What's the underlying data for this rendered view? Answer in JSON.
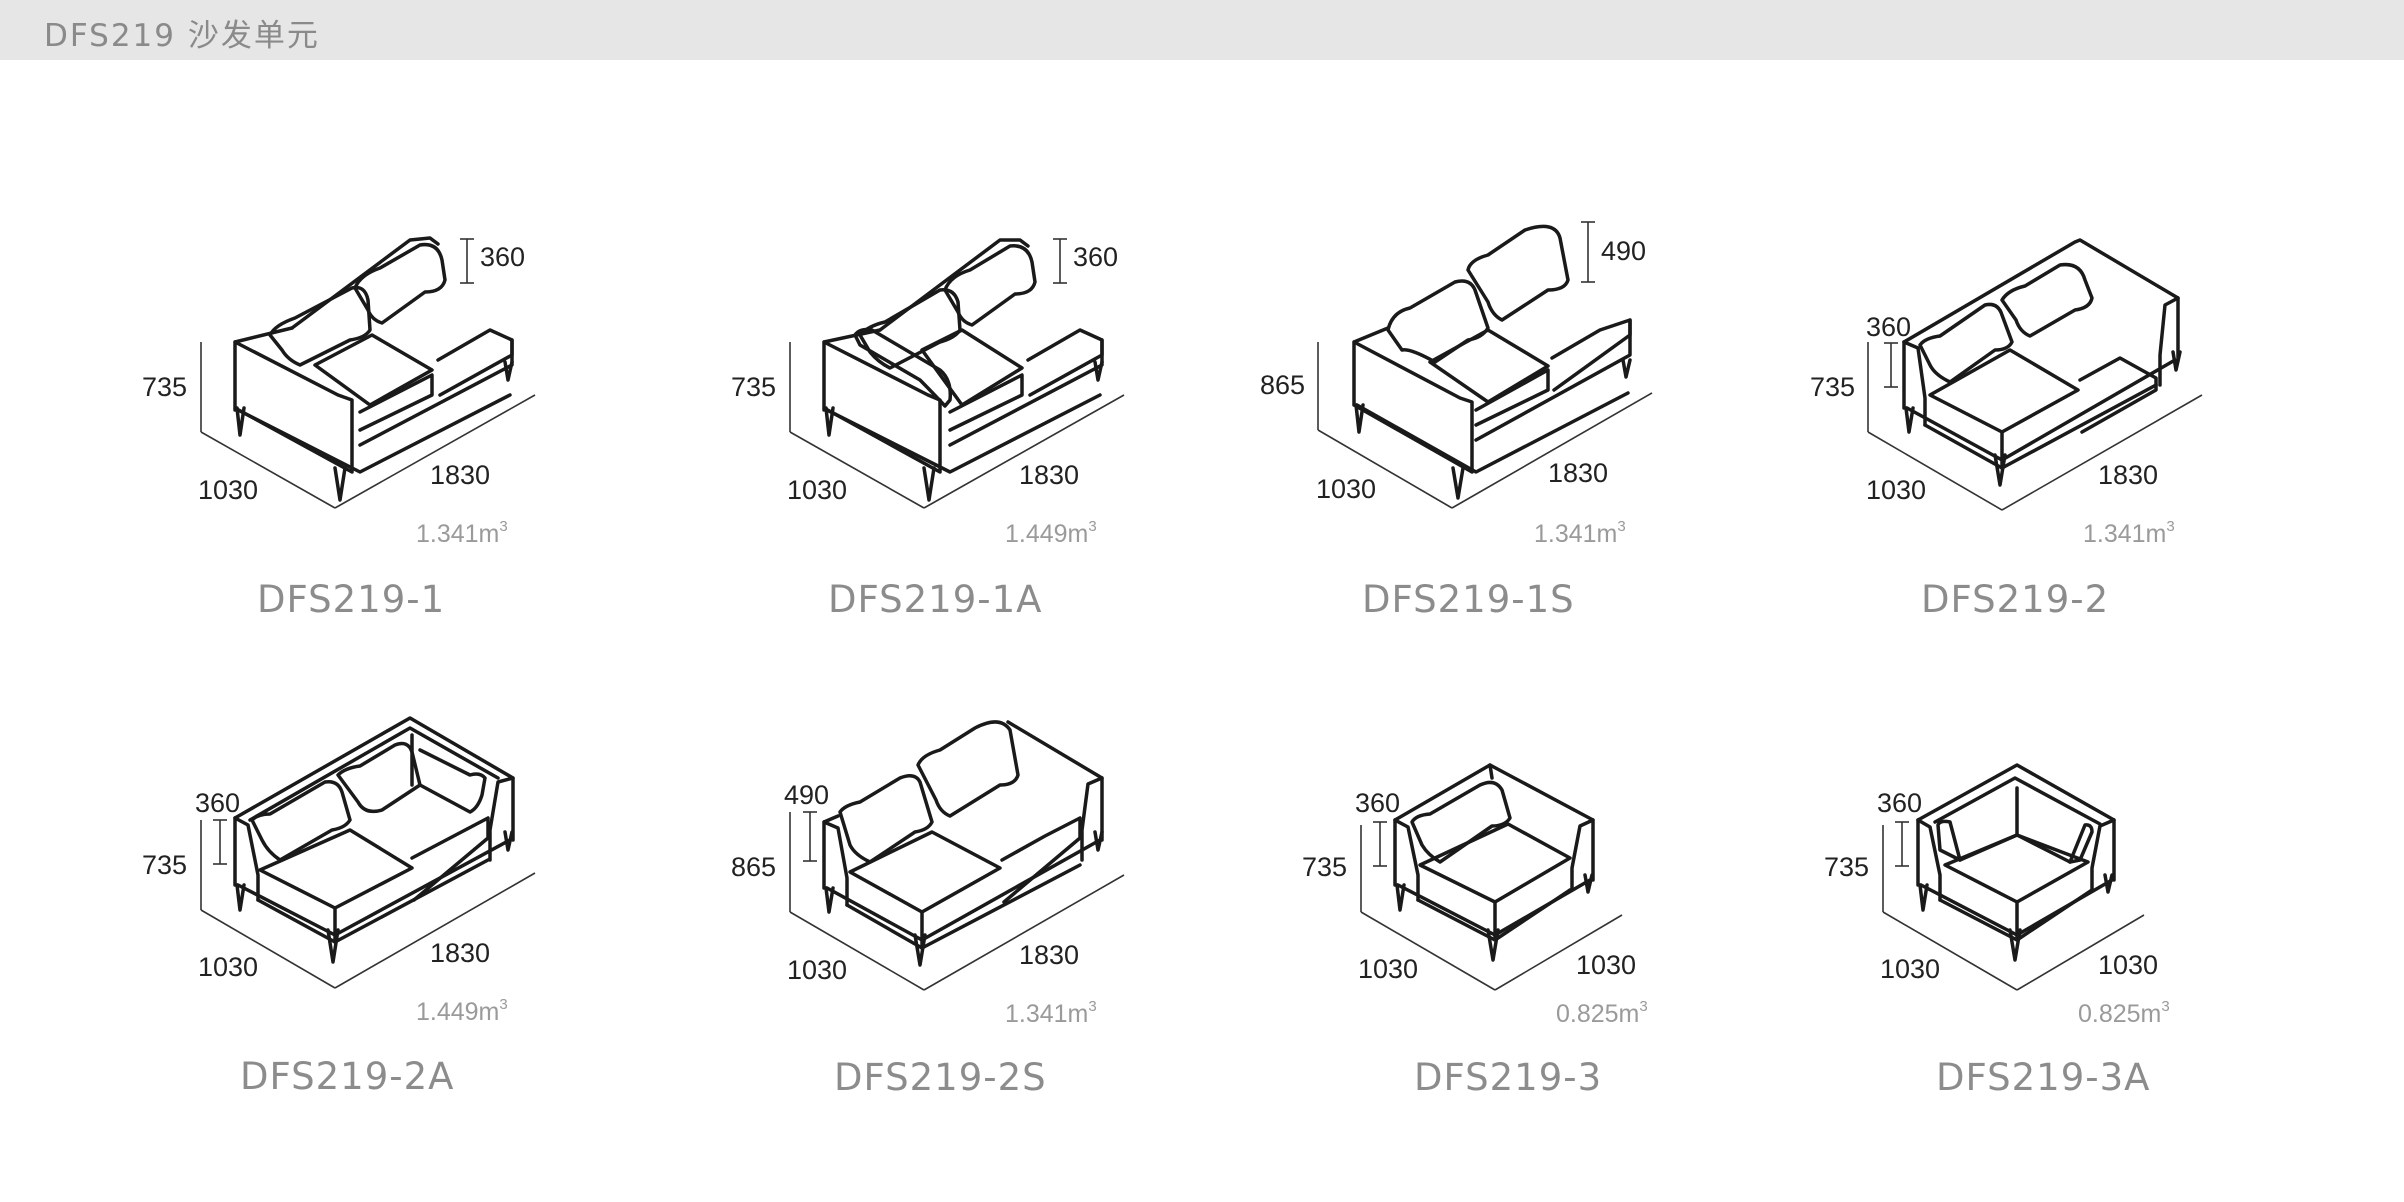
{
  "header": {
    "title": "DFS219 沙发单元"
  },
  "colors": {
    "header_bg": "#e6e6e6",
    "line": "#1a1a1a",
    "label": "#8c8c8c",
    "volume": "#9a9a9a"
  },
  "units": [
    {
      "model": "DFS219-1",
      "height": "735",
      "depth": "1030",
      "width": "1830",
      "cushion": "360",
      "volume": "1.341m",
      "volume_exp": "3"
    },
    {
      "model": "DFS219-1A",
      "height": "735",
      "depth": "1030",
      "width": "1830",
      "cushion": "360",
      "volume": "1.449m",
      "volume_exp": "3"
    },
    {
      "model": "DFS219-1S",
      "height": "865",
      "depth": "1030",
      "width": "1830",
      "cushion": "490",
      "volume": "1.341m",
      "volume_exp": "3"
    },
    {
      "model": "DFS219-2",
      "height": "735",
      "depth": "1030",
      "width": "1830",
      "cushion": "360",
      "volume": "1.341m",
      "volume_exp": "3"
    },
    {
      "model": "DFS219-2A",
      "height": "735",
      "depth": "1030",
      "width": "1830",
      "cushion": "360",
      "volume": "1.449m",
      "volume_exp": "3"
    },
    {
      "model": "DFS219-2S",
      "height": "865",
      "depth": "1030",
      "width": "1830",
      "cushion": "490",
      "volume": "1.341m",
      "volume_exp": "3"
    },
    {
      "model": "DFS219-3",
      "height": "735",
      "depth": "1030",
      "width": "1030",
      "cushion": "360",
      "volume": "0.825m",
      "volume_exp": "3"
    },
    {
      "model": "DFS219-3A",
      "height": "735",
      "depth": "1030",
      "width": "1030",
      "cushion": "360",
      "volume": "0.825m",
      "volume_exp": "3"
    }
  ]
}
